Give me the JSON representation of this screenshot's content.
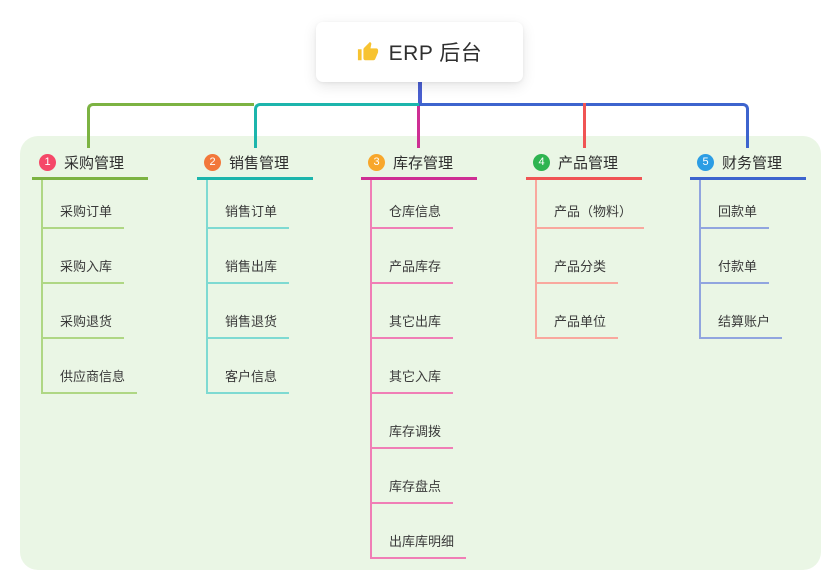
{
  "root": {
    "label": "ERP 后台",
    "icon": "thumbs-up-icon"
  },
  "board_bg": "#EAF6E5",
  "connector_colors": {
    "stem": "#4A5FD0",
    "branch1": "#7CB342",
    "branch2": "#1CB5AC",
    "branch3": "#CE2F94",
    "branch4": "#F05454",
    "branch5": "#3D64CE"
  },
  "branches": [
    {
      "index": "1",
      "label": "采购管理",
      "badge_color": "#F54868",
      "line_color": "#7CB342",
      "child_line_color": "#AFD784",
      "children": [
        "采购订单",
        "采购入库",
        "采购退货",
        "供应商信息"
      ]
    },
    {
      "index": "2",
      "label": "销售管理",
      "badge_color": "#F2773A",
      "line_color": "#1CB5AC",
      "child_line_color": "#7EDAD2",
      "children": [
        "销售订单",
        "销售出库",
        "销售退货",
        "客户信息"
      ]
    },
    {
      "index": "3",
      "label": "库存管理",
      "badge_color": "#F8A72B",
      "line_color": "#CE2F94",
      "child_line_color": "#F07EB6",
      "children": [
        "仓库信息",
        "产品库存",
        "其它出库",
        "其它入库",
        "库存调拨",
        "库存盘点",
        "出库库明细"
      ]
    },
    {
      "index": "4",
      "label": "产品管理",
      "badge_color": "#2EB450",
      "line_color": "#F05454",
      "child_line_color": "#F9A89E",
      "children": [
        "产品（物料）",
        "产品分类",
        "产品单位"
      ]
    },
    {
      "index": "5",
      "label": "财务管理",
      "badge_color": "#2C9DE4",
      "line_color": "#3D64CE",
      "child_line_color": "#91A5DF",
      "children": [
        "回款单",
        "付款单",
        "结算账户"
      ]
    }
  ]
}
